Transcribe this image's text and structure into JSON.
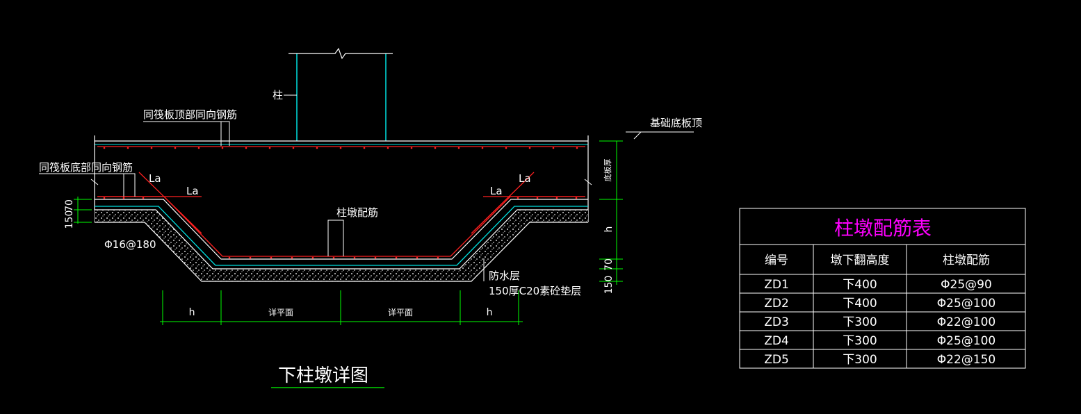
{
  "drawing": {
    "title": "下柱墩详图",
    "labels": {
      "column": "柱",
      "top_rebar": "同筏板顶部同向钢筋",
      "bottom_rebar": "同筏板底部同向钢筋",
      "foundation_top": "基础底板顶",
      "slab_thickness": "底板厚",
      "la_left_1": "La",
      "la_left_2": "La",
      "la_right_1": "La",
      "la_right_2": "La",
      "pier_rebar": "柱墩配筋",
      "phi_rebar": "Φ16@180",
      "waterproof": "防水层",
      "cushion": "150厚C20素砼垫层"
    },
    "dims": {
      "left_70": "70",
      "left_150": "150",
      "right_h": "h",
      "right_70": "70",
      "right_150": "150",
      "bottom_h_left": "h",
      "bottom_detail_1": "详平面",
      "bottom_detail_2": "详平面",
      "bottom_h_right": "h"
    }
  },
  "table": {
    "title": "柱墩配筋表",
    "headers": [
      "编号",
      "墩下翻高度",
      "柱墩配筋"
    ],
    "rows": [
      [
        "ZD1",
        "下400",
        "Φ25@90"
      ],
      [
        "ZD2",
        "下400",
        "Φ25@100"
      ],
      [
        "ZD3",
        "下300",
        "Φ22@100"
      ],
      [
        "ZD4",
        "下300",
        "Φ25@100"
      ],
      [
        "ZD5",
        "下300",
        "Φ22@150"
      ]
    ]
  },
  "colors": {
    "outline": "#ffffff",
    "rebar": "#ff2020",
    "column": "#00e0e0",
    "dimension": "#00ff00",
    "table_title": "#ff00ff",
    "fill_grey": "#c8c8c8"
  }
}
